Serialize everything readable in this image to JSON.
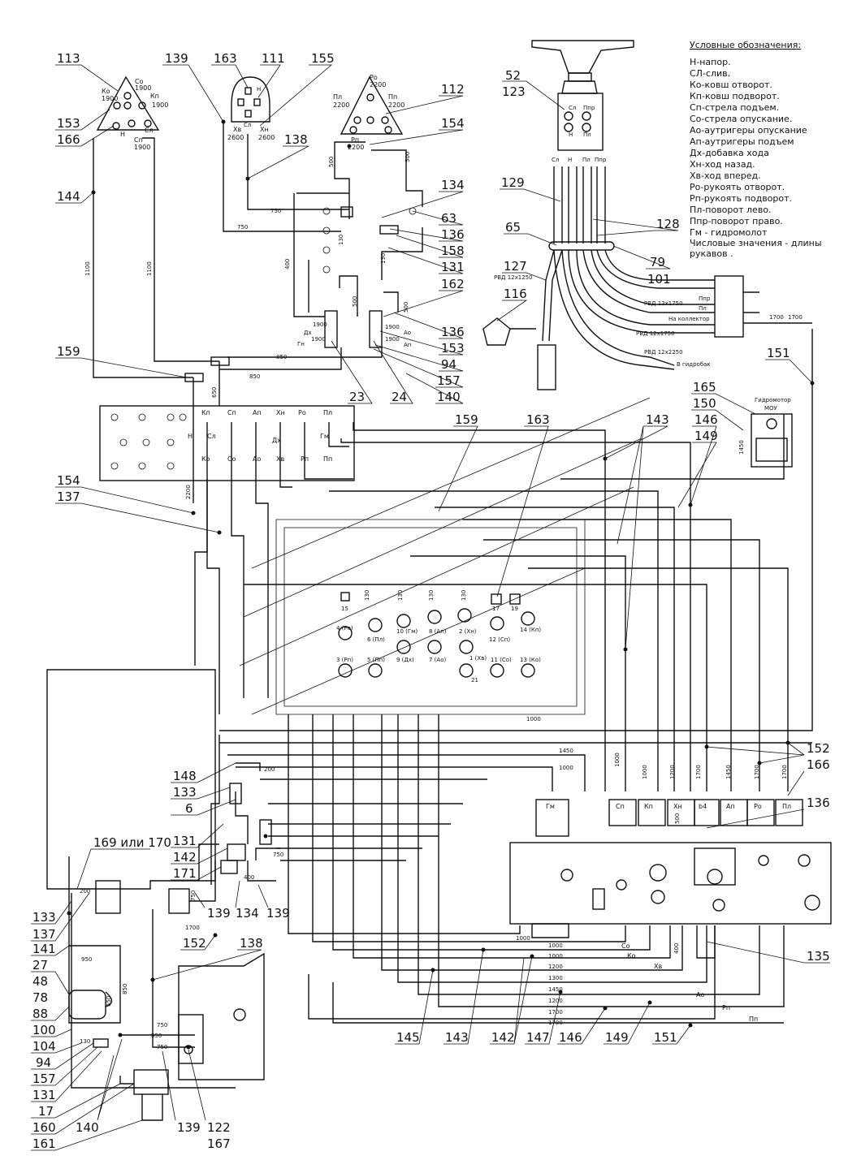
{
  "legend": {
    "title": "Условные обозначения:",
    "items": [
      "Н-напор.",
      "СЛ-слив.",
      "Ко-ковш отворот.",
      "Кп-ковш подворот.",
      "Сп-стрела подъем.",
      "Со-стрела опускание.",
      "Ао-аутригеры опускание",
      "Ап-аутригеры подъем",
      "Дх-добавка хода",
      "Хн-ход назад.",
      "Хв-ход вперед.",
      "Ро-рукоять отворот.",
      "Рп-рукоять подворот.",
      "Пл-поворот лево.",
      "Ппр-поворот право.",
      "Гм - гидромолот"
    ],
    "note_line1": "Числовые значения - длины",
    "note_line2": "рукавов ."
  },
  "left_callouts": [
    {
      "label": "113"
    },
    {
      "label": "153"
    },
    {
      "label": "166"
    },
    {
      "label": "144"
    },
    {
      "label": "159"
    },
    {
      "label": "154"
    },
    {
      "label": "137"
    },
    {
      "label": "148"
    },
    {
      "label": "133"
    },
    {
      "label": "6"
    },
    {
      "label": "131"
    },
    {
      "label": "142"
    },
    {
      "label": "171"
    },
    {
      "label": "133"
    },
    {
      "label": "137"
    },
    {
      "label": "141"
    },
    {
      "label": "27"
    },
    {
      "label": "48"
    },
    {
      "label": "78"
    },
    {
      "label": "88"
    },
    {
      "label": "100"
    },
    {
      "label": "104"
    },
    {
      "label": "94"
    },
    {
      "label": "157"
    },
    {
      "label": "131"
    },
    {
      "label": "17"
    },
    {
      "label": "160"
    },
    {
      "label": "161"
    }
  ],
  "top_callouts": [
    {
      "label": "139"
    },
    {
      "label": "163"
    },
    {
      "label": "111"
    },
    {
      "label": "155"
    },
    {
      "label": "138"
    },
    {
      "label": "112"
    },
    {
      "label": "154"
    },
    {
      "label": "52"
    },
    {
      "label": "123"
    }
  ],
  "mid_callouts": [
    {
      "label": "134"
    },
    {
      "label": "63"
    },
    {
      "label": "136"
    },
    {
      "label": "158"
    },
    {
      "label": "131"
    },
    {
      "label": "162"
    },
    {
      "label": "136"
    },
    {
      "label": "153"
    },
    {
      "label": "94"
    },
    {
      "label": "157"
    },
    {
      "label": "140"
    },
    {
      "label": "23"
    },
    {
      "label": "24"
    },
    {
      "label": "129"
    },
    {
      "label": "128"
    },
    {
      "label": "65"
    },
    {
      "label": "79"
    },
    {
      "label": "101"
    },
    {
      "label": "127"
    },
    {
      "label": "116"
    },
    {
      "label": "151"
    },
    {
      "label": "165"
    },
    {
      "label": "150"
    },
    {
      "label": "159"
    },
    {
      "label": "163"
    },
    {
      "label": "143"
    },
    {
      "label": "146"
    },
    {
      "label": "149"
    }
  ],
  "right_callouts": [
    {
      "label": "152"
    },
    {
      "label": "166"
    },
    {
      "label": "136"
    },
    {
      "label": "135"
    }
  ],
  "bottom_callouts": [
    {
      "label": "139"
    },
    {
      "label": "134"
    },
    {
      "label": "139"
    },
    {
      "label": "152"
    },
    {
      "label": "138"
    },
    {
      "label": "145"
    },
    {
      "label": "143"
    },
    {
      "label": "142"
    },
    {
      "label": "147"
    },
    {
      "label": "146"
    },
    {
      "label": "149"
    },
    {
      "label": "151"
    },
    {
      "label": "140"
    },
    {
      "label": "139"
    },
    {
      "label": "122"
    },
    {
      "label": "167"
    },
    {
      "label": "169 или 170"
    }
  ],
  "joystick_left": {
    "ports": [
      "Со\n1900",
      "Кп\n1900",
      "Ко\n1900",
      "Сл",
      "Н",
      "Сп\n1900"
    ],
    "co": "Со",
    "co_len": "1900",
    "kp": "Кп",
    "kp_len": "1900",
    "ko": "Ко",
    "ko_len": "1900",
    "sl": "Сл",
    "n": "Н",
    "sp": "Сп",
    "sp_len": "1900"
  },
  "joystick_right": {
    "ro": "Ро",
    "ro_len": "2200",
    "pl": "Пл",
    "pl_len": "2200",
    "pp": "Пп",
    "pp_len": "2200",
    "rp": "Рп",
    "rp_len": "2200"
  },
  "pedal_block": {
    "hv": "Хв",
    "hv_len": "2600",
    "hn": "Хн",
    "hn_len": "2600",
    "sl": "Сл",
    "n": "Н"
  },
  "hose_lengths": {
    "l750a": "750",
    "l750b": "750",
    "l500a": "500",
    "l500b": "500",
    "l130a": "130",
    "l130b": "130",
    "l400": "400",
    "l500c": "500",
    "l500d": "500",
    "l1100a": "1100",
    "l1100b": "1100",
    "l850a": "850",
    "l850b": "850",
    "l650": "650",
    "l2200": "2200",
    "l1450a": "1450",
    "l1450b": "1450",
    "l1000a": "1000",
    "l1000b": "1000",
    "l1000c": "1000",
    "l1200": "1200",
    "l1700a": "1700",
    "l1450c": "1450",
    "l1700b": "1700",
    "l1700c": "1700",
    "l500e": "500",
    "l200a": "200",
    "l200b": "200",
    "l750c": "750",
    "l400b": "400",
    "l750d": "750",
    "l1700d": "1700",
    "l950": "950",
    "l650b": "650",
    "l850c": "850",
    "l130c": "130",
    "l750e": "750",
    "l850d": "850",
    "l750f": "750",
    "l1000d": "1000",
    "l1000e": "1000",
    "l1200b": "1200",
    "l1300": "1300",
    "l1450d": "1450",
    "l1200c": "1200",
    "l1700e": "1700",
    "l1700f": "1700",
    "l400c": "400",
    "l1000f": "1000",
    "l1700g": "1700",
    "l130d": "130",
    "l130e": "130",
    "l130f": "130"
  },
  "blocks_small": {
    "dh": "Дх",
    "dh_len": "1900",
    "gn": "Гн",
    "gn_len": "1900",
    "ao": "Ао",
    "ao_len": "1900",
    "ap": "Ап",
    "ap_len": "1900"
  },
  "panel": {
    "top_labels": [
      "Кп",
      "Сп",
      "Ап",
      "Хн",
      "Ро",
      "Пл"
    ],
    "mid_labels": [
      "Н",
      "Сл",
      "Дх",
      "Гм"
    ],
    "bottom_labels": [
      "Ко",
      "Со",
      "Ао",
      "Хв",
      "Рп",
      "Пп"
    ]
  },
  "steering": {
    "ports": [
      "Сл",
      "Ппр",
      "Н",
      "Пл"
    ],
    "hose_labels": [
      "Сл",
      "Н",
      "Пл",
      "Ппр"
    ],
    "rvd1": "РВД 12х1250",
    "rvd2": "РВД 12х1750",
    "rvd3": "РВД 12х1750",
    "rvd4": "РВД 12х2250",
    "to_collector": "На коллектор",
    "to_hydrotank": "В гидробак",
    "ppr": "Ппр",
    "pl": "Пл",
    "len1700": "1700"
  },
  "motor": {
    "title1": "Гидромотор",
    "title2": "МОУ"
  },
  "distributor_ports": [
    {
      "label": "15"
    },
    {
      "label": "4 (Ро)"
    },
    {
      "label": "6 (Пл)"
    },
    {
      "label": "10 (Гм)"
    },
    {
      "label": "8 (Ап)"
    },
    {
      "label": "2 (Хн)"
    },
    {
      "label": "17"
    },
    {
      "label": "19"
    },
    {
      "label": "12 (Сп)"
    },
    {
      "label": "14 (Кп)"
    },
    {
      "label": "3 (Рп)"
    },
    {
      "label": "5 (Пп)"
    },
    {
      "label": "9 (Дх)"
    },
    {
      "label": "7 (Ао)"
    },
    {
      "label": "1 (Хв)"
    },
    {
      "label": "11 (Со)"
    },
    {
      "label": "13 (Ко)"
    },
    {
      "label": "21"
    }
  ],
  "section_labels": [
    "Гм",
    "Сп",
    "Кп",
    "Хн",
    "b4",
    "Ап",
    "Ро",
    "Пл"
  ],
  "bottom_port_labels": [
    "Со",
    "Ко",
    "Хв",
    "Ао",
    "Рп",
    "Пп"
  ]
}
